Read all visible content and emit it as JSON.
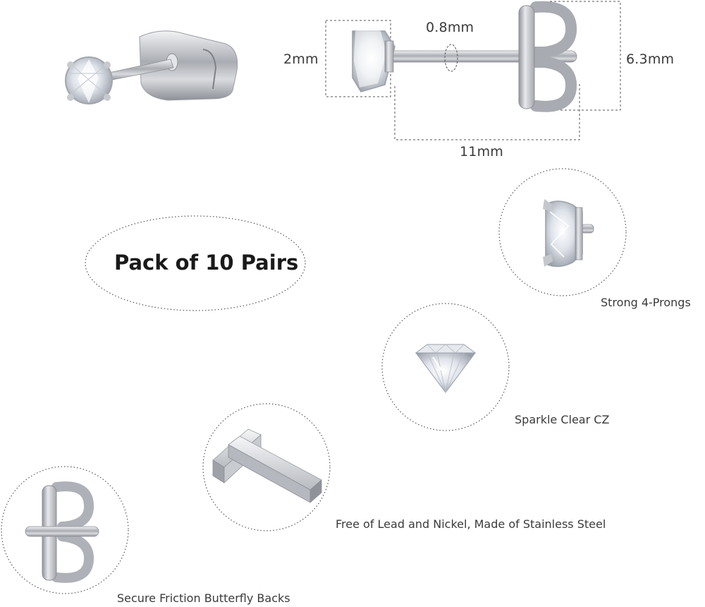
{
  "dimensions": {
    "wire_thickness": "0.8mm",
    "stone_size": "2mm",
    "back_height": "6.3mm",
    "total_length": "11mm"
  },
  "pack": {
    "label": "Pack of 10 Pairs"
  },
  "features": [
    {
      "label": "Strong 4-Prongs",
      "icon": "prong-setting-icon"
    },
    {
      "label": "Sparkle Clear CZ",
      "icon": "cz-gem-icon"
    },
    {
      "label": "Free of Lead and Nickel, Made of Stainless Steel",
      "icon": "steel-bar-icon"
    },
    {
      "label": "Secure Friction Butterfly Backs",
      "icon": "butterfly-back-icon"
    }
  ],
  "colors": {
    "background": "#ffffff",
    "metal": "#b9bcc2",
    "dotted_border": "#555555",
    "text": "#3a3a3a"
  }
}
